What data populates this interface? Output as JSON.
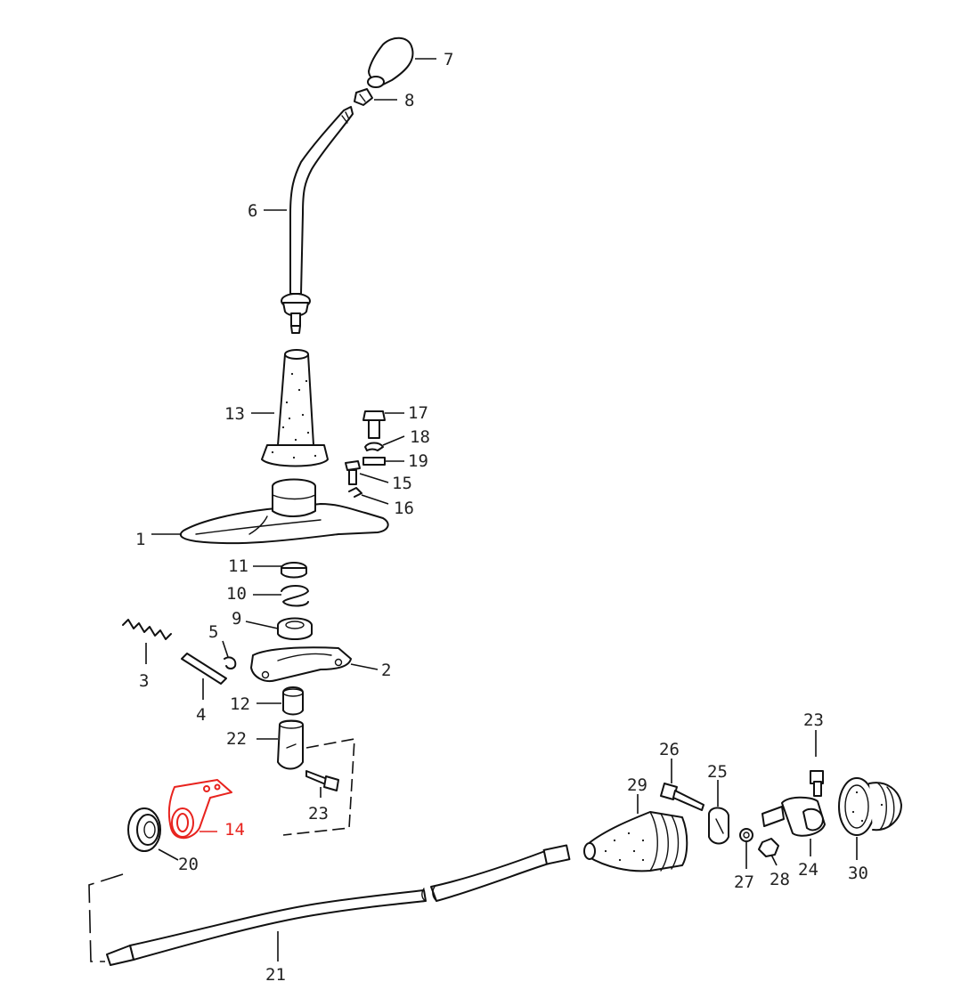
{
  "highlight_color": "#e8231e",
  "line_color": "#111111",
  "labels": {
    "p1": "1",
    "p2": "2",
    "p3": "3",
    "p4": "4",
    "p5": "5",
    "p6": "6",
    "p7": "7",
    "p8": "8",
    "p9": "9",
    "p10": "10",
    "p11": "11",
    "p12": "12",
    "p13": "13",
    "p14": "14",
    "p15": "15",
    "p16": "16",
    "p17": "17",
    "p18": "18",
    "p19": "19",
    "p20": "20",
    "p21": "21",
    "p22": "22",
    "p23a": "23",
    "p23b": "23",
    "p24": "24",
    "p25": "25",
    "p26": "26",
    "p27": "27",
    "p28": "28",
    "p29": "29",
    "p30": "30"
  },
  "highlighted_part": "14"
}
